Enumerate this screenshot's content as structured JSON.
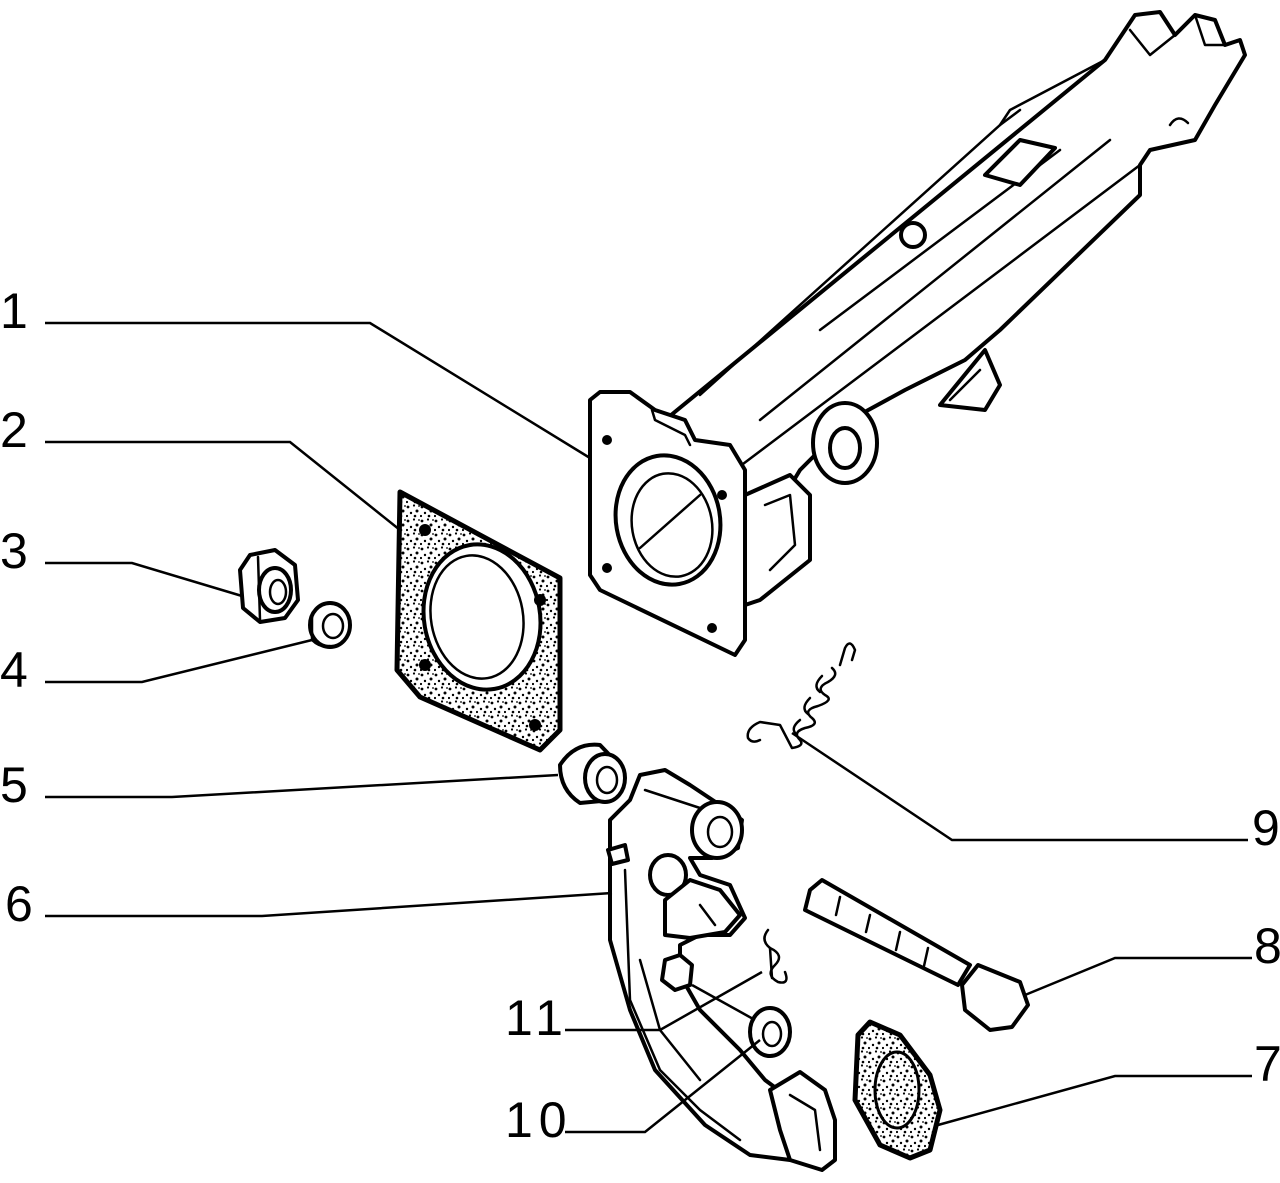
{
  "callouts": [
    {
      "id": "1",
      "text": "1"
    },
    {
      "id": "2",
      "text": "2"
    },
    {
      "id": "3",
      "text": "3"
    },
    {
      "id": "4",
      "text": "4"
    },
    {
      "id": "5",
      "text": "5"
    },
    {
      "id": "6",
      "text": "6"
    },
    {
      "id": "7",
      "text": "7"
    },
    {
      "id": "8",
      "text": "8"
    },
    {
      "id": "9",
      "text": "9"
    },
    {
      "id": "10",
      "text": "10"
    },
    {
      "id": "11",
      "text": "11"
    }
  ],
  "colors": {
    "ink": "#000000",
    "paper": "#ffffff"
  }
}
